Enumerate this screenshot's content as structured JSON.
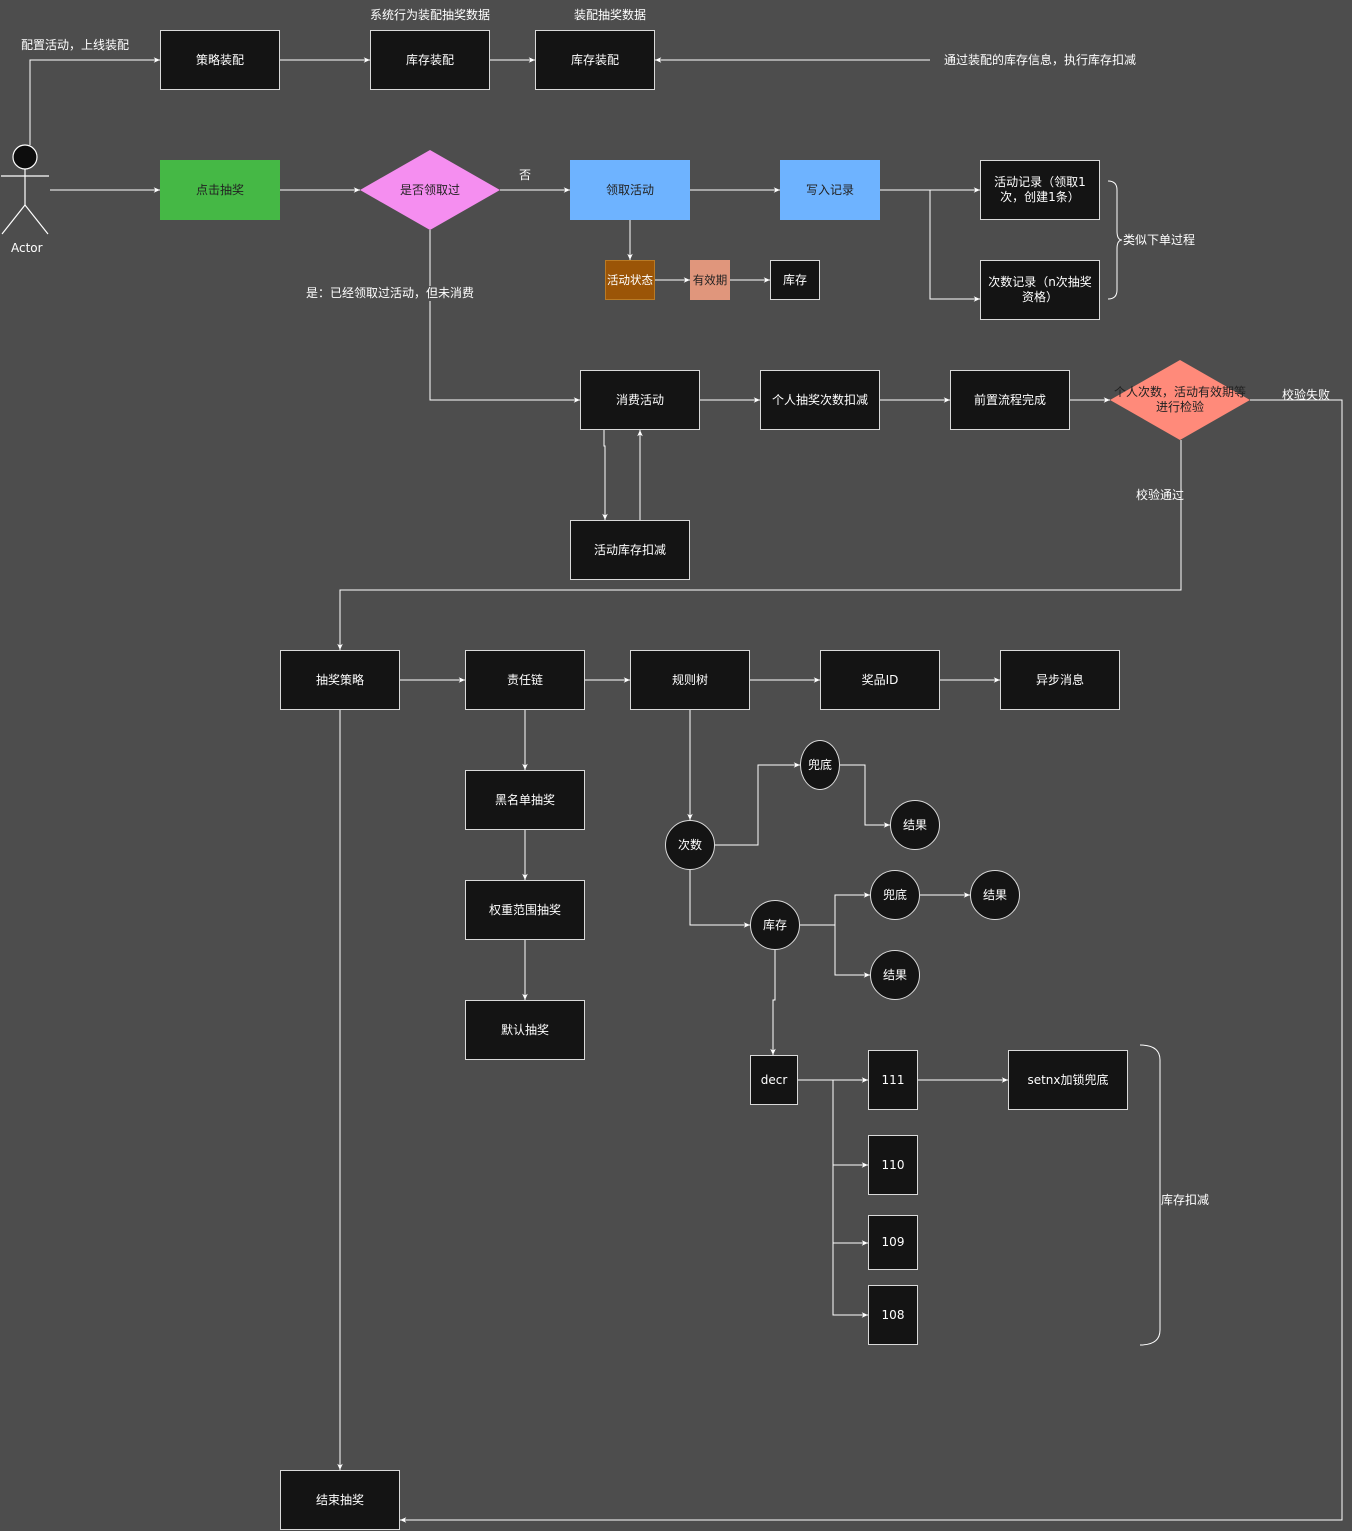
{
  "colors": {
    "background": "#4d4d4d",
    "node": "#141414",
    "edge": "#ffffff",
    "green": "#45b845",
    "blue": "#6eb3ff",
    "pink": "#f58ef0",
    "brown": "#9b5507",
    "salmon_light": "#e0967c",
    "salmon": "#ff8a7a"
  },
  "actor": {
    "label": "Actor"
  },
  "nodes": {
    "strategy_assembly": "策略装配",
    "stock_assembly_1": "库存装配",
    "stock_assembly_2": "库存装配",
    "click_draw": "点击抽奖",
    "claimed_check": "是否领取过",
    "claim_activity": "领取活动",
    "write_record": "写入记录",
    "activity_record": "活动记录（领取1次，创建1条）",
    "count_record": "次数记录（n次抽奖资格）",
    "activity_status": "活动状态",
    "validity": "有效期",
    "stock_small": "库存",
    "consume_activity": "消费活动",
    "personal_count_deduct": "个人抽奖次数扣减",
    "pre_process_done": "前置流程完成",
    "check_diamond": "个人次数，活动有效期等进行检验",
    "activity_stock_deduct": "活动库存扣减",
    "draw_strategy": "抽奖策略",
    "responsibility_chain": "责任链",
    "rule_tree": "规则树",
    "prize_id": "奖品ID",
    "async_message": "异步消息",
    "blacklist_draw": "黑名单抽奖",
    "weight_range_draw": "权重范围抽奖",
    "default_draw": "默认抽奖",
    "count_node": "次数",
    "fallback_1": "兜底",
    "result_1": "结果",
    "stock_node": "库存",
    "fallback_2": "兜底",
    "result_2": "结果",
    "result_3": "结果",
    "decr": "decr",
    "n111": "111",
    "n110": "110",
    "n109": "109",
    "n108": "108",
    "setnx": "setnx加锁兜底",
    "end_draw": "结束抽奖"
  },
  "labels": {
    "config_online": "配置活动，上线装配",
    "system_assembly": "系统行为装配抽奖数据",
    "assembly_data": "装配抽奖数据",
    "deduct_via_assembly": "通过装配的库存信息，执行库存扣减",
    "no": "否",
    "yes_claimed": "是：已经领取过活动，但未消费",
    "similar_order": "类似下单过程",
    "check_fail": "校验失败",
    "check_pass": "校验通过",
    "stock_deduct": "库存扣减"
  }
}
